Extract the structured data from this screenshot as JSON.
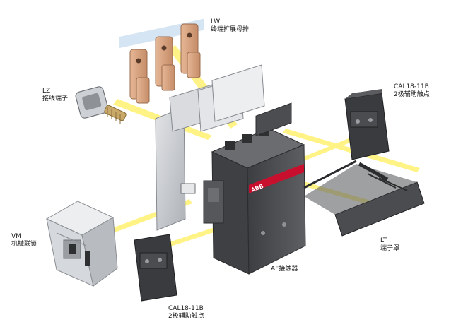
{
  "labels": {
    "lw": {
      "code": "LW",
      "desc": "终端扩展母排"
    },
    "lz": {
      "code": "LZ",
      "desc": "接线端子"
    },
    "cal_top": {
      "code": "CAL18-11B",
      "desc": "2极辅助触点"
    },
    "vm": {
      "code": "VM",
      "desc": "机械联锁"
    },
    "lt": {
      "code": "LT",
      "desc": "端子罩"
    },
    "af": {
      "desc": "AF接触器"
    },
    "cal_bottom": {
      "code": "CAL18-11B",
      "desc": "2极辅助触点"
    }
  },
  "brand": {
    "logo_text": "ABB",
    "logo_color": "#e2231a"
  },
  "colors": {
    "beam": "#fff27a",
    "contactor_body": "#54565a",
    "contactor_dark": "#3c3d40",
    "grey_plate": "#c8cbcf",
    "copper": "#d8a27e",
    "blue_accent": "#b9d4ec"
  }
}
